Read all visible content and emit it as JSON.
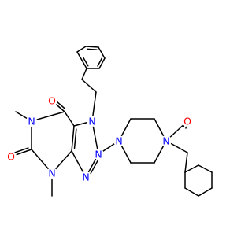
{
  "colors": {
    "background": "#ffffff",
    "bond": "#000000",
    "nitrogen": "#0000ff",
    "oxygen": "#ff0000"
  },
  "atoms": [
    {
      "id": "O1",
      "label": "O",
      "element": "O"
    },
    {
      "id": "N7",
      "label": "N",
      "element": "N"
    },
    {
      "id": "N1",
      "label": "N",
      "element": "N"
    },
    {
      "id": "N8",
      "label": "N",
      "element": "N"
    },
    {
      "id": "Npip1",
      "label": "N",
      "element": "N"
    },
    {
      "id": "Npip4",
      "label": "N",
      "element": "N"
    },
    {
      "id": "O2",
      "label": "O",
      "element": "O"
    },
    {
      "id": "O3",
      "label": "O",
      "element": "O"
    },
    {
      "id": "N3",
      "label": "N",
      "element": "N"
    },
    {
      "id": "N9",
      "label": "N",
      "element": "N"
    }
  ]
}
